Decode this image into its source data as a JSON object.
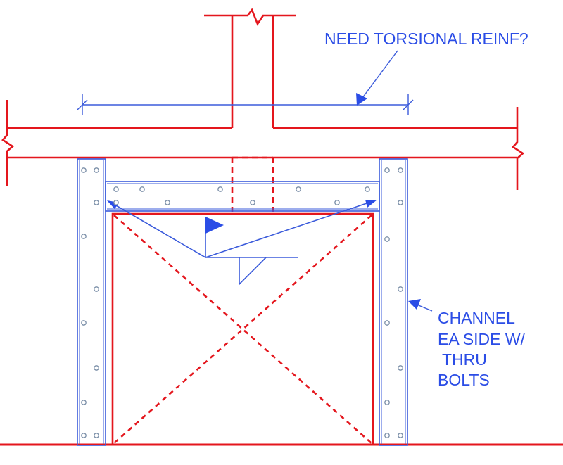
{
  "colors": {
    "concrete": "#e4161d",
    "steel": "#3b5bdb",
    "annotation": "#2b4de6",
    "bolt": "#7b8fa8"
  },
  "annotations": {
    "torsion_note": "NEED TORSIONAL REINF?",
    "channel_note": {
      "line1": "CHANNEL",
      "line2": "EA SIDE W/",
      "line3": " THRU",
      "line4": "BOLTS"
    }
  }
}
